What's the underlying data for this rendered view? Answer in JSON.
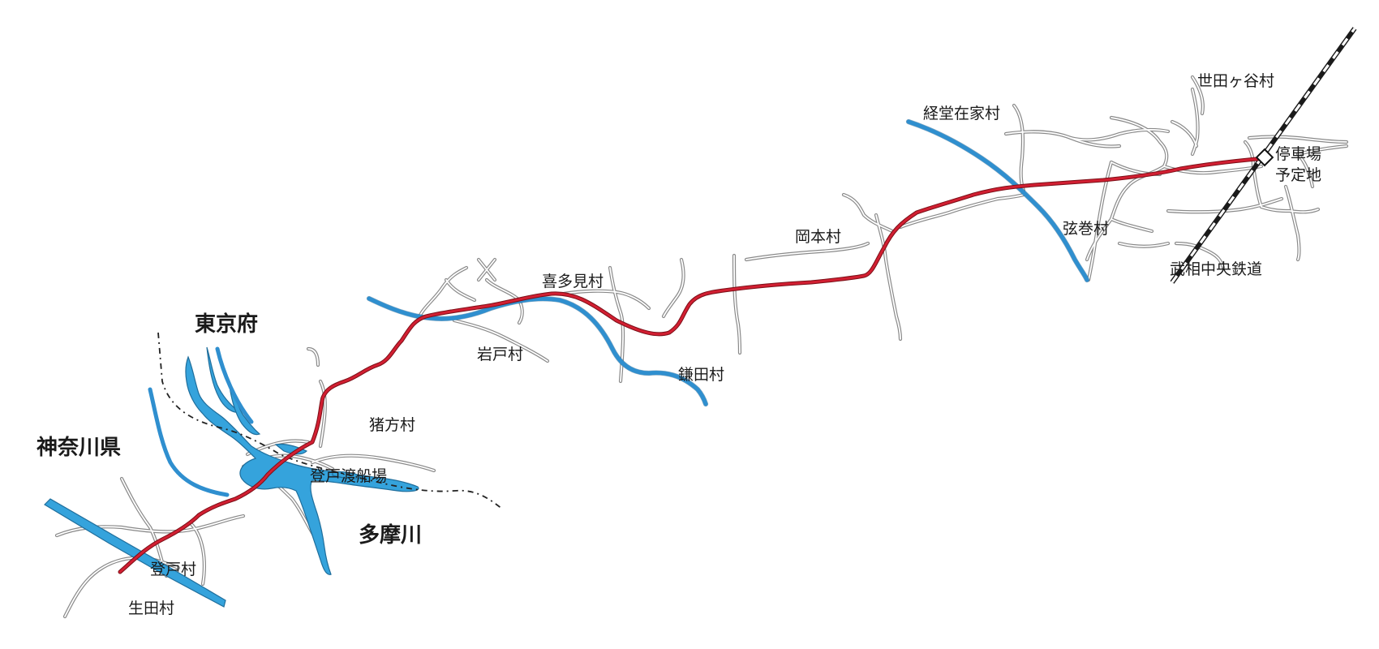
{
  "regions": {
    "tokyo": "東京府",
    "kanagawa": "神奈川県"
  },
  "river": {
    "name": "多摩川"
  },
  "places": {
    "ferry": "登戸渡船場",
    "noborito": "登戸村",
    "ikuta": "生田村",
    "inokata": "猪方村",
    "iwato": "岩戸村",
    "kitami": "喜多見村",
    "kamata": "鎌田村",
    "okamoto": "岡本村",
    "kyodo": "経堂在家村",
    "tsurumaki": "弦巻村",
    "setagaya": "世田ヶ谷村"
  },
  "station": {
    "line1": "停車場",
    "line2": "予定地"
  },
  "railway": {
    "name": "武相中央鉄道"
  },
  "colors": {
    "route": "#d21f32",
    "water": "#35a3dc",
    "road": "#8a8a8a",
    "railway": "#1a1a1a"
  }
}
